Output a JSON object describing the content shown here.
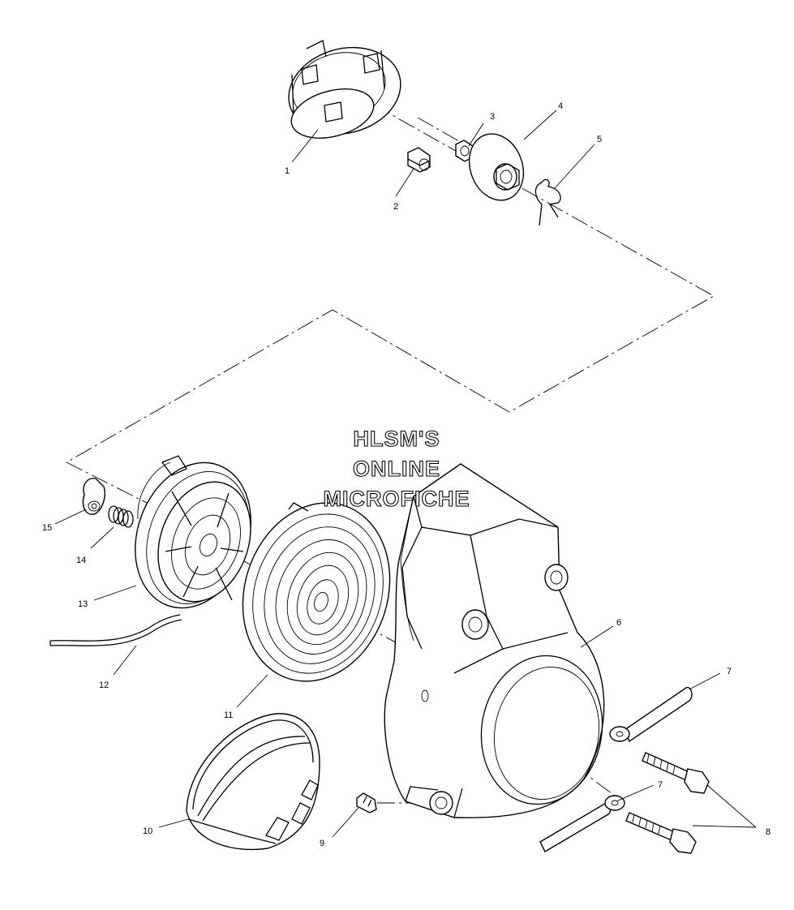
{
  "watermark": {
    "line1": "HLSM'S",
    "line2": "ONLINE",
    "line3": "MICROFICHE"
  },
  "callouts": {
    "c1": "1",
    "c2": "2",
    "c3": "3",
    "c4": "4",
    "c5": "5",
    "c6": "6",
    "c7a": "7",
    "c7b": "7",
    "c8": "8",
    "c9": "9",
    "c10": "10",
    "c11": "11",
    "c12": "12",
    "c13": "13",
    "c14": "14",
    "c15": "15"
  }
}
